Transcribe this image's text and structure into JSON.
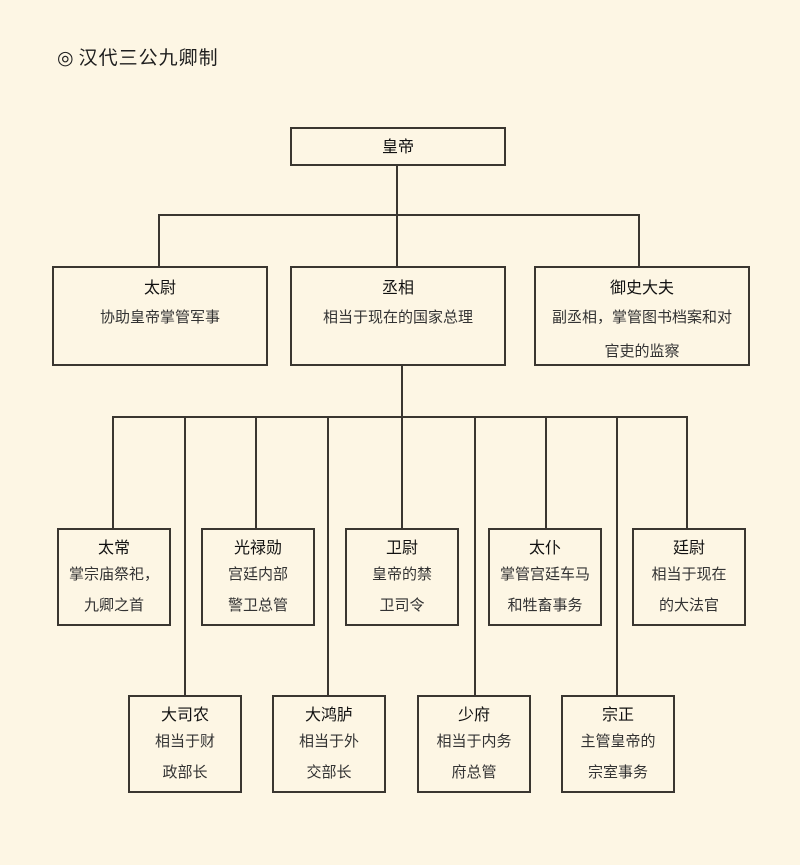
{
  "title": {
    "icon": "double-circle-icon",
    "mark": "◎",
    "text": "汉代三公九卿制"
  },
  "root": {
    "name": "皇帝"
  },
  "three_dukes": [
    {
      "name": "太尉",
      "desc_lines": [
        "协助皇帝掌管军事"
      ]
    },
    {
      "name": "丞相",
      "desc_lines": [
        "相当于现在的国家总理"
      ]
    },
    {
      "name": "御史大夫",
      "desc_lines": [
        "副丞相，掌管图书档案和对",
        "官吏的监察"
      ]
    }
  ],
  "nine_ministers": [
    {
      "name": "太常",
      "desc_lines": [
        "掌宗庙祭祀，",
        "九卿之首"
      ]
    },
    {
      "name": "大司农",
      "desc_lines": [
        "相当于财",
        "政部长"
      ]
    },
    {
      "name": "光禄勋",
      "desc_lines": [
        "宫廷内部",
        "警卫总管"
      ]
    },
    {
      "name": "大鸿胪",
      "desc_lines": [
        "相当于外",
        "交部长"
      ]
    },
    {
      "name": "卫尉",
      "desc_lines": [
        "皇帝的禁",
        "卫司令"
      ]
    },
    {
      "name": "少府",
      "desc_lines": [
        "相当于内务",
        "府总管"
      ]
    },
    {
      "name": "太仆",
      "desc_lines": [
        "掌管宫廷车马",
        "和牲畜事务"
      ]
    },
    {
      "name": "宗正",
      "desc_lines": [
        "主管皇帝的",
        "宗室事务"
      ]
    },
    {
      "name": "廷尉",
      "desc_lines": [
        "相当于现在",
        "的大法官"
      ]
    }
  ],
  "colors": {
    "background": "#fdf6e4",
    "line": "#3a3630",
    "text": "#222222"
  }
}
